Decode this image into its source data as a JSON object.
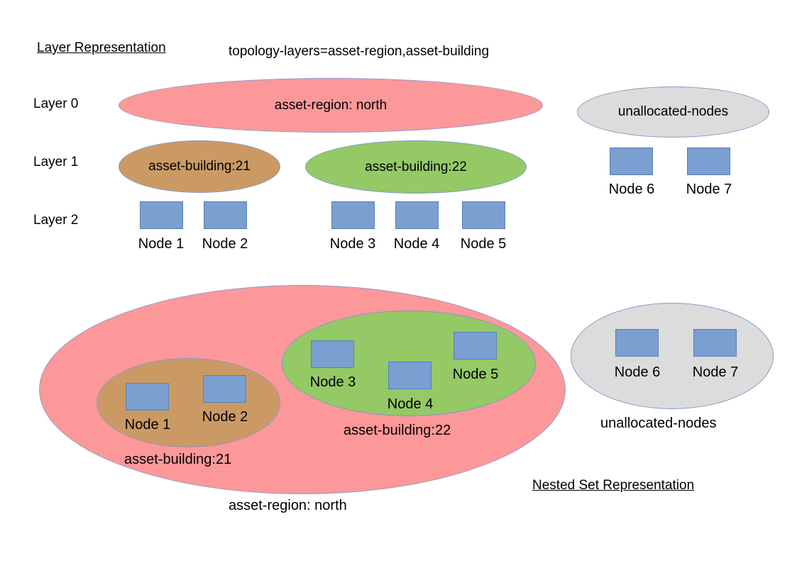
{
  "titles": {
    "layer_representation": "Layer Representation",
    "topology": "topology-layers=asset-region,asset-building",
    "nested_set": "Nested Set Representation"
  },
  "layer_labels": {
    "l0": "Layer 0",
    "l1": "Layer 1",
    "l2": "Layer 2"
  },
  "layer_view": {
    "region_label": "asset-region: north",
    "building21_label": "asset-building:21",
    "building22_label": "asset-building:22",
    "unallocated_label": "unallocated-nodes",
    "nodes": [
      "Node 1",
      "Node 2",
      "Node 3",
      "Node 4",
      "Node 5"
    ],
    "unallocated_nodes": [
      "Node 6",
      "Node 7"
    ]
  },
  "nested_view": {
    "region_label": "asset-region: north",
    "building21_label": "asset-building:21",
    "building22_label": "asset-building:22",
    "unallocated_label": "unallocated-nodes",
    "building21_nodes": [
      "Node 1",
      "Node 2"
    ],
    "building22_nodes": [
      "Node 3",
      "Node 4",
      "Node 5"
    ],
    "unallocated_nodes": [
      "Node 6",
      "Node 7"
    ]
  },
  "colors": {
    "region_pink": "#FC9899",
    "building_brown": "#CB9A64",
    "building_green": "#94C966",
    "unallocated_gray": "#DCDCDC",
    "node_blue": "#7B9FD0",
    "node_border_blue": "#5581B5",
    "ellipse_border": "#8D96C0"
  }
}
